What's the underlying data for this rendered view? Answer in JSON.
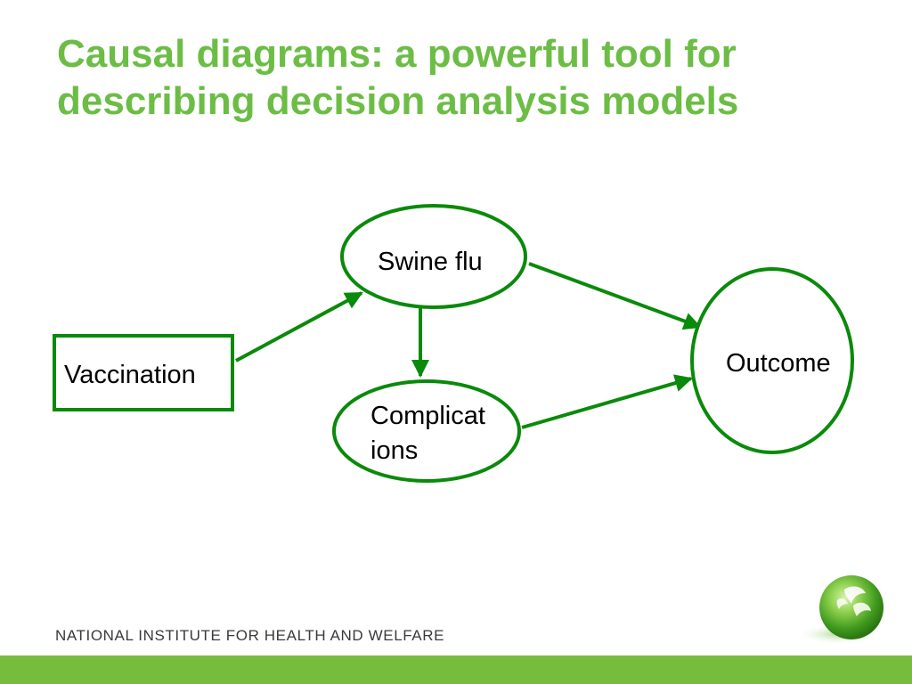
{
  "slide": {
    "title_line1": "Causal diagrams: a powerful tool for",
    "title_line2": "describing decision analysis models",
    "footer": "NATIONAL INSTITUTE FOR HEALTH AND WELFARE"
  },
  "diagram": {
    "nodes": {
      "vaccination": {
        "label": "Vaccination",
        "shape": "rectangle"
      },
      "swine_flu": {
        "label": "Swine flu",
        "shape": "ellipse"
      },
      "complications": {
        "label_line1": "Complicat",
        "label_line2": "ions",
        "shape": "ellipse"
      },
      "outcome": {
        "label": "Outcome",
        "shape": "ellipse"
      }
    },
    "edges": [
      {
        "from": "Vaccination",
        "to": "Swine flu"
      },
      {
        "from": "Swine flu",
        "to": "Complications"
      },
      {
        "from": "Swine flu",
        "to": "Outcome"
      },
      {
        "from": "Complications",
        "to": "Outcome"
      }
    ]
  },
  "colors": {
    "title": "#6cbd45",
    "diagram_stroke": "#0a8a0a",
    "footer_bar": "#76bd3e"
  },
  "icons": {
    "logo": "green-sphere-logo-icon"
  }
}
